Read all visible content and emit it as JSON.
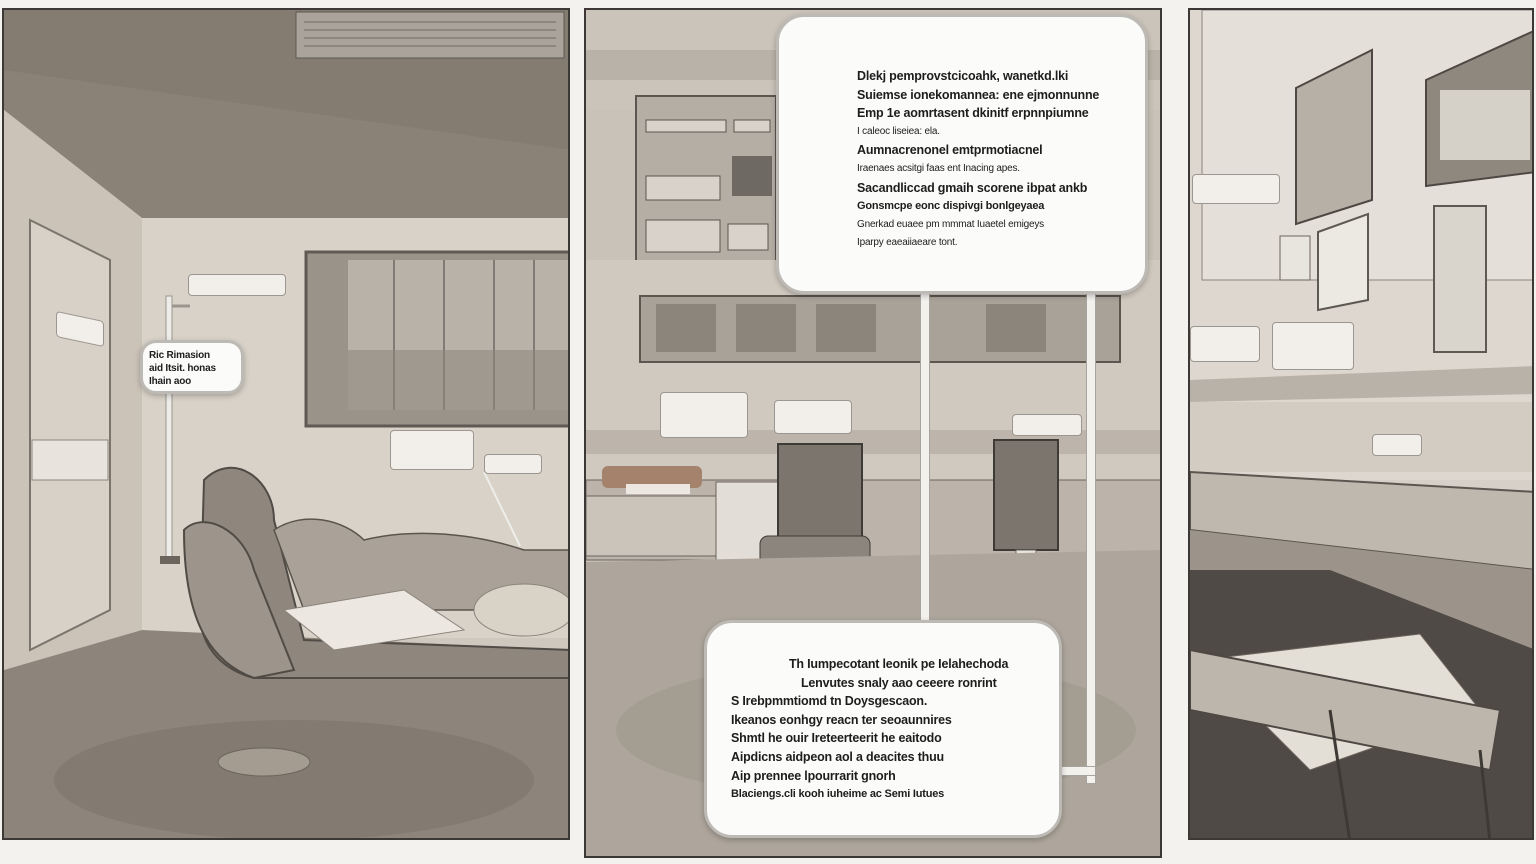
{
  "panel_left": {
    "door_sign": "",
    "wall_sign": "",
    "speech_small": [
      "Ric Rimasion",
      "aid Itsit. honas",
      "Ihain aoo"
    ],
    "label_a": "",
    "label_b": ""
  },
  "panel_center": {
    "speech_top": [
      "Dlekj pemprovstcicoahk, wanetkd.lki",
      "Suiemse ionekomannea: ene ejmonnunne",
      "Emp 1e aomrtasent dkinitf erpnnpiumne",
      "I caleoc liseiea: ela.",
      "Aumnacrenonel emtprmotiacnel",
      "Iraenaes acsitgi faas ent Inacing apes.",
      "Sacandliccad gmaih scorene ibpat ankb",
      "Gonsmcpe eonc dispivgi bonlgeyaea",
      "Gnerkad euaee pm mmmat Iuaetel emigeys",
      "Iparpy eaeaiiaeare tont."
    ],
    "speech_bottom": [
      "Th Iumpecotant leonik pe Ielahechoda",
      "Lenvutes snaly aao ceeere ronrint",
      "S Irebpmmtiomd tn Doysgescaon.",
      "Ikeanos eonhgy reacn ter seoaunnires",
      "Shmtl he ouir Ireteerteerit he eaitodo",
      "Aipdicns aidpeon aol a deacites thuu",
      "Aip prennee lpourrarit gnorh",
      "Blaciengs.cli kooh iuheime ac Semi Iutues"
    ]
  },
  "panel_right": {
    "tag_a": "",
    "tag_b": "",
    "tag_c": "",
    "tag_d": ""
  }
}
